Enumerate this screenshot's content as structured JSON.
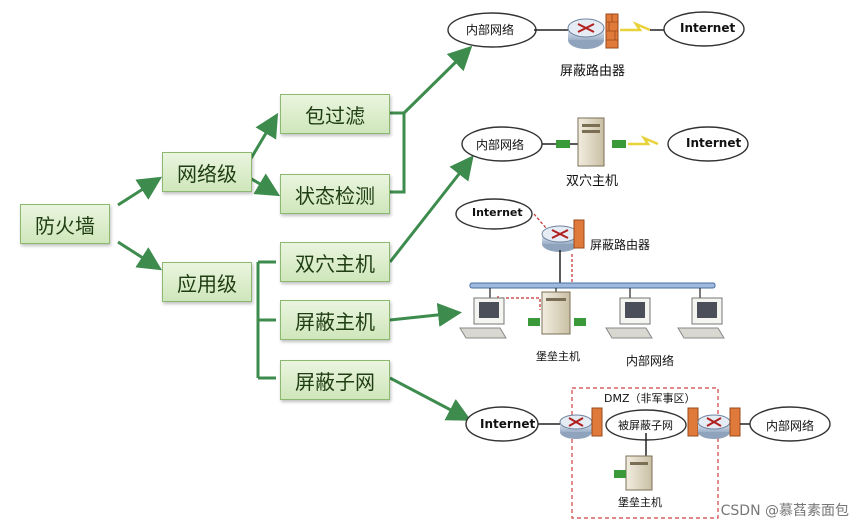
{
  "tree": {
    "root": "防火墙",
    "network_level": "网络级",
    "app_level": "应用级",
    "packet_filter": "包过滤",
    "stateful_inspection": "状态检测",
    "dual_homed_host": "双穴主机",
    "screened_host": "屏蔽主机",
    "screened_subnet": "屏蔽子网"
  },
  "diagrams": {
    "d1": {
      "cloud_left": "内部网络",
      "cloud_right": "Internet",
      "device": "屏蔽路由器"
    },
    "d2": {
      "cloud_left": "内部网络",
      "cloud_right": "Internet",
      "device": "双穴主机"
    },
    "d3": {
      "cloud": "Internet",
      "router": "屏蔽路由器",
      "bastion": "堡垒主机",
      "internal": "内部网络"
    },
    "d4": {
      "cloud_left": "Internet",
      "dmz": "DMZ（非军事区）",
      "subnet_cloud": "被屏蔽子网",
      "cloud_right": "内部网络",
      "bastion": "堡垒主机"
    }
  },
  "watermark": "CSDN @慕萏素面包",
  "colors": {
    "arrow": "#3d8c4e",
    "box_border": "#8db870",
    "router_blue": "#4a6fa5",
    "firewall": "#e07a3a",
    "dmz_border": "#d04040"
  }
}
